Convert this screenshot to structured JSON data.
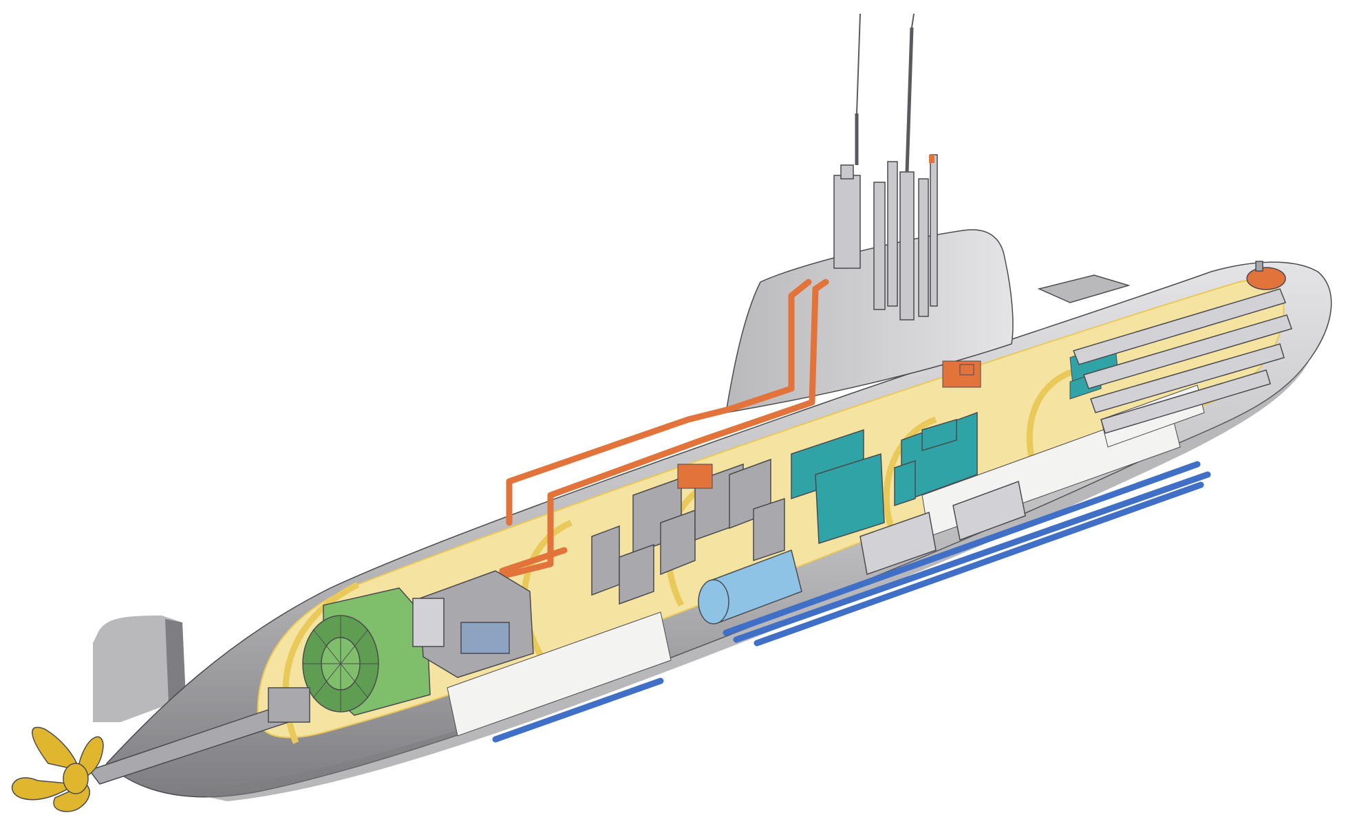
{
  "diagram": {
    "subject": "submarine-cutaway",
    "palette": {
      "background": "#ffffff",
      "hull_light": "#e4e4e6",
      "hull_mid": "#b9b9bc",
      "hull_dark": "#7e7e82",
      "interior_yellow": "#f4e3a1",
      "frame_yellow": "#e9c95a",
      "piping_orange": "#e2733a",
      "motor_green": "#7fbf6b",
      "equipment_teal": "#2fa3a6",
      "battery_blue": "#3f6fc6",
      "tank_light_blue": "#8ec3e6",
      "propeller_gold": "#e0b62e",
      "machinery_grey": "#a8a8ad"
    },
    "components": [
      "propeller",
      "rudder",
      "hull",
      "sail",
      "periscope-masts",
      "electric-motor",
      "diesel-generator",
      "piping",
      "control-consoles",
      "auxiliary-machinery",
      "air-tank",
      "battery-banks",
      "pressure-tanks",
      "torpedo-tubes",
      "bow-sonar",
      "forward-hydroplane"
    ]
  }
}
